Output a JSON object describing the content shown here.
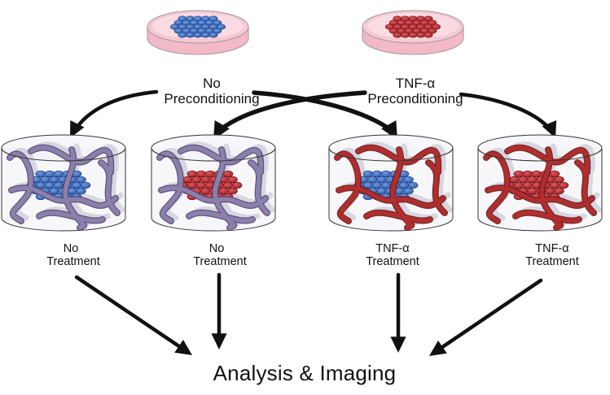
{
  "colors": {
    "blue_cells": "#3d6fc4",
    "red_cells": "#c0343a",
    "dish_media": "#f6c9d2",
    "fiber_untreated": "#8c7fab",
    "fiber_treated": "#b02e2e",
    "arrow": "#111111",
    "background_fiber": "#c9cad6"
  },
  "icons": {
    "dish": "petri-dish-icon",
    "hydrogel": "hydrogel-well-icon",
    "arrow": "arrow-icon"
  },
  "dishes": [
    {
      "cells": "blue"
    },
    {
      "cells": "red"
    }
  ],
  "preconditioning": [
    {
      "line1": "No",
      "line2": "Preconditioning"
    },
    {
      "line1": "TNF-α",
      "line2": "Preconditioning"
    }
  ],
  "wells": [
    {
      "cells": "blue",
      "fiber": "untreated",
      "line1": "No",
      "line2": "Treatment"
    },
    {
      "cells": "red",
      "fiber": "untreated",
      "line1": "No",
      "line2": "Treatment"
    },
    {
      "cells": "blue",
      "fiber": "treated",
      "line1": "TNF-α",
      "line2": "Treatment"
    },
    {
      "cells": "red",
      "fiber": "treated",
      "line1": "TNF-α",
      "line2": "Treatment"
    }
  ],
  "final": {
    "label": "Analysis & Imaging"
  }
}
